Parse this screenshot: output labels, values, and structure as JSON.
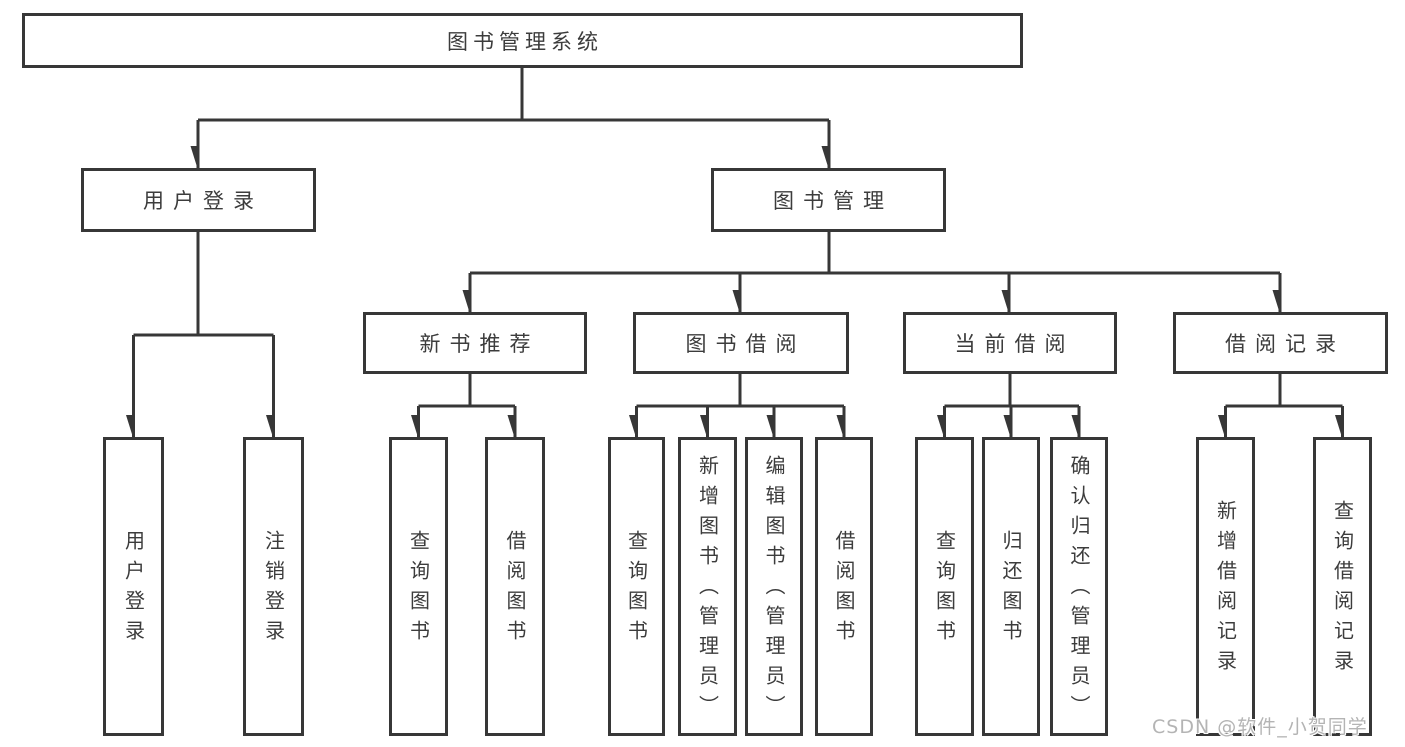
{
  "watermark": "CSDN @软件_小贺同学",
  "colors": {
    "line": "#373737",
    "text": "#3c3c3c",
    "watermark_text": "#b4b4b4",
    "background": "#ffffff"
  },
  "tree": {
    "root": "图书管理系统",
    "children": [
      {
        "label": "用户登录",
        "leaves": [
          "用户登录",
          "注销登录"
        ]
      },
      {
        "label": "图书管理",
        "children": [
          {
            "label": "新书推荐",
            "leaves": [
              "查询图书",
              "借阅图书"
            ]
          },
          {
            "label": "图书借阅",
            "leaves": [
              "查询图书",
              "新增图书（管理员）",
              "编辑图书（管理员）",
              "借阅图书"
            ]
          },
          {
            "label": "当前借阅",
            "leaves": [
              "查询图书",
              "归还图书",
              "确认归还（管理员）"
            ]
          },
          {
            "label": "借阅记录",
            "leaves": [
              "新增借阅记录",
              "查询借阅记录"
            ]
          }
        ]
      }
    ]
  }
}
